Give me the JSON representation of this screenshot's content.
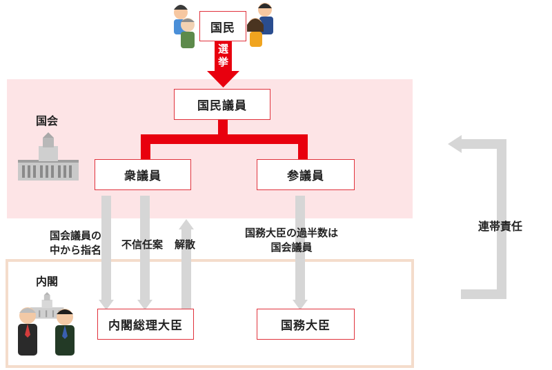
{
  "nodes": {
    "kokumin": "国民",
    "senkyo": "選挙",
    "kokumin_giin": "国民議員",
    "shugiin": "衆議員",
    "sangiin": "参議員",
    "souri": "内閣総理大臣",
    "kokumu": "国務大臣"
  },
  "regions": {
    "kokkai": "国会",
    "naikaku": "内閣"
  },
  "annotations": {
    "shimei_line1": "国会議員の",
    "shimei_line2": "中から指名",
    "fushinnin": "不信任案",
    "kaisan": "解散",
    "kahansu_line1": "国務大臣の過半数は",
    "kahansu_line2": "国会議員",
    "rentai": "連帯責任"
  },
  "colors": {
    "accent_red": "#e8000e",
    "parliament_bg": "#fde4e6",
    "cabinet_border": "#f4dccb",
    "arrow_gray": "#d6d6d6"
  }
}
